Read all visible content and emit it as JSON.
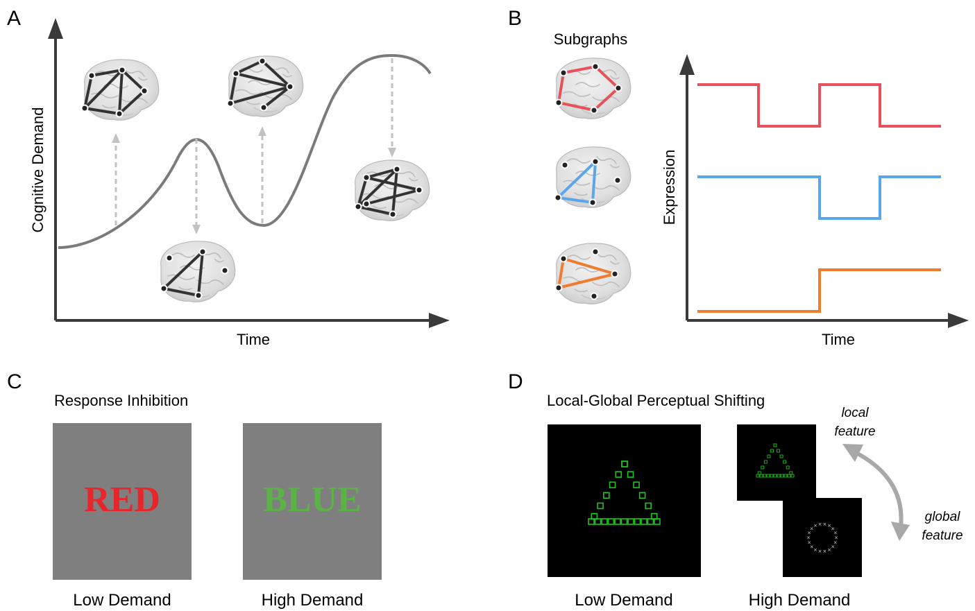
{
  "panels": {
    "a": {
      "letter": "A",
      "ylabel": "Cognitive Demand",
      "xlabel": "Time"
    },
    "b": {
      "letter": "B",
      "subgraphs_title": "Subgraphs",
      "ylabel": "Expression",
      "xlabel": "Time",
      "series_colors": [
        "#e8505b",
        "#5aa6ec",
        "#f07c2f"
      ]
    },
    "c": {
      "letter": "C",
      "title": "Response Inhibition",
      "low_word": "RED",
      "low_word_color": "#e8252b",
      "high_word": "BLUE",
      "high_word_color": "#5bb345",
      "low_label": "Low Demand",
      "high_label": "High Demand"
    },
    "d": {
      "letter": "D",
      "title": "Local-Global Perceptual Shifting",
      "local_line1": "local",
      "local_line2": "feature",
      "global_line1": "global",
      "global_line2": "feature",
      "low_label": "Low Demand",
      "high_label": "High Demand",
      "stimulus_color": "#19c619"
    }
  }
}
